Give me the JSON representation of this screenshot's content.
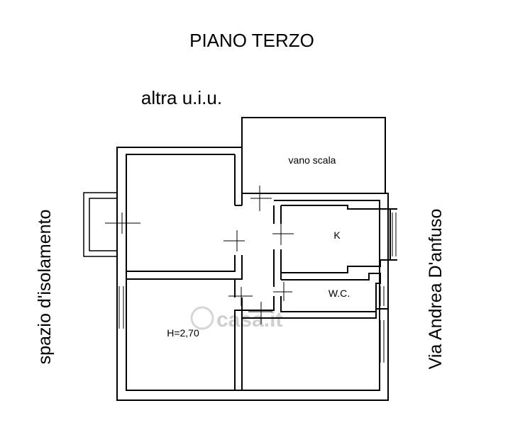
{
  "plan": {
    "title": "PIANO TERZO",
    "top_label": "altra u.i.u.",
    "left_label": "spazio d'isolamento",
    "right_label": "Via Andrea D'anfuso",
    "rooms": {
      "stair": "vano scala",
      "kitchen": "K",
      "wc": "W.C.",
      "height": "H=2,70"
    },
    "watermark": "casa.it",
    "colors": {
      "wall": "#000000",
      "background": "#ffffff",
      "watermark": "#cfcfcf"
    }
  }
}
